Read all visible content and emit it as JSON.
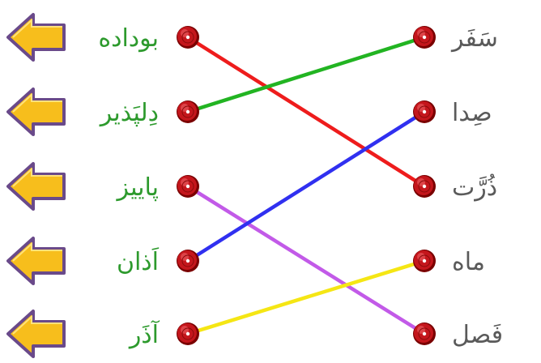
{
  "game": {
    "left_words": [
      "بوداده",
      "دِلپَذیر",
      "پاییز",
      "اَذان",
      "آذَر"
    ],
    "right_words": [
      "سَفَر",
      "صِدا",
      "ذُرَّت",
      "ماه",
      "فَصل"
    ],
    "connections": [
      {
        "left_index": 0,
        "right_index": 2,
        "color": "#ee1c1c"
      },
      {
        "left_index": 1,
        "right_index": 0,
        "color": "#22b422"
      },
      {
        "left_index": 2,
        "right_index": 4,
        "color": "#c25ae8"
      },
      {
        "left_index": 3,
        "right_index": 1,
        "color": "#3030f0"
      },
      {
        "left_index": 4,
        "right_index": 3,
        "color": "#f5e614"
      }
    ]
  },
  "colors": {
    "arrow_fill": "#f7be1c",
    "arrow_outline": "#6a4a8a",
    "left_text": "#2d9a2d",
    "right_text": "#5a5a5a",
    "button_red": "#c4161c",
    "button_dark": "#7a0000"
  },
  "icons": {
    "arrow": "arrow-left-icon",
    "button": "round-button-icon"
  }
}
